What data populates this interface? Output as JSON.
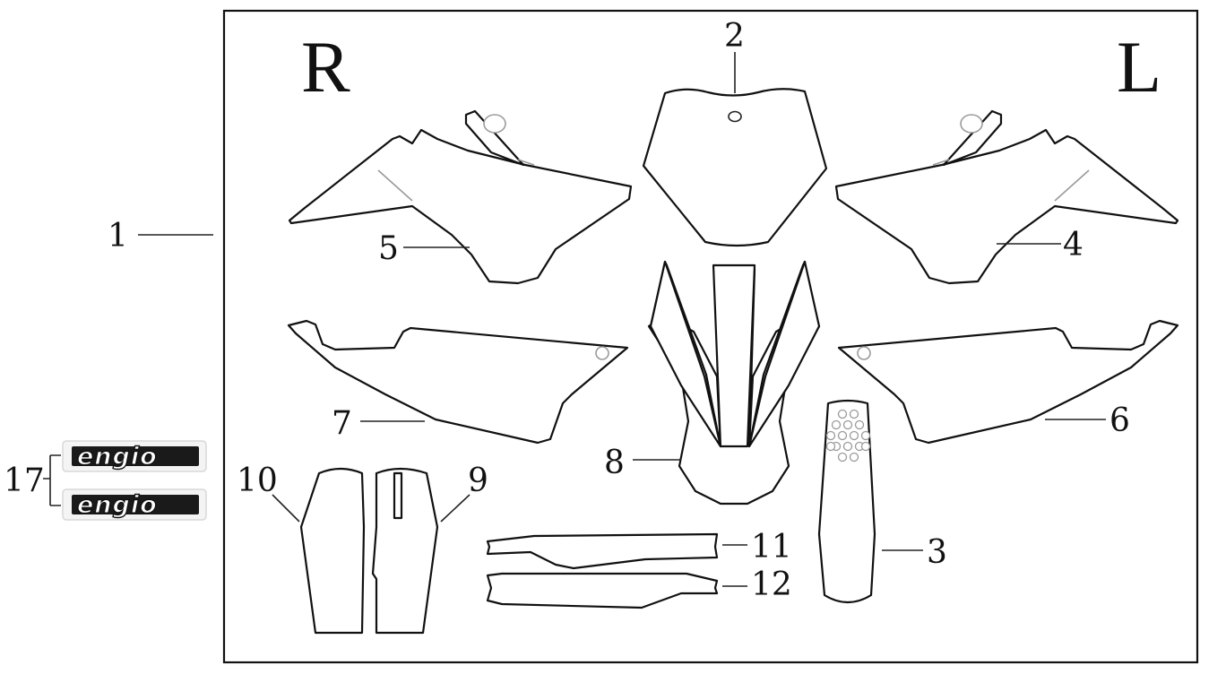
{
  "sides": {
    "right": "R",
    "left": "L"
  },
  "callouts": {
    "kit": "1",
    "front_plate": "2",
    "number_plate": "3",
    "shroud_left": "4",
    "shroud_right": "5",
    "side_panel_left": "6",
    "side_panel_right": "7",
    "front_fender": "8",
    "fork_guard_left": "9",
    "fork_guard_right": "10",
    "swingarm_decal_upper": "11",
    "swingarm_decal_lower": "12",
    "logo_decals": "17"
  },
  "logo_decals": {
    "text": "engio"
  }
}
